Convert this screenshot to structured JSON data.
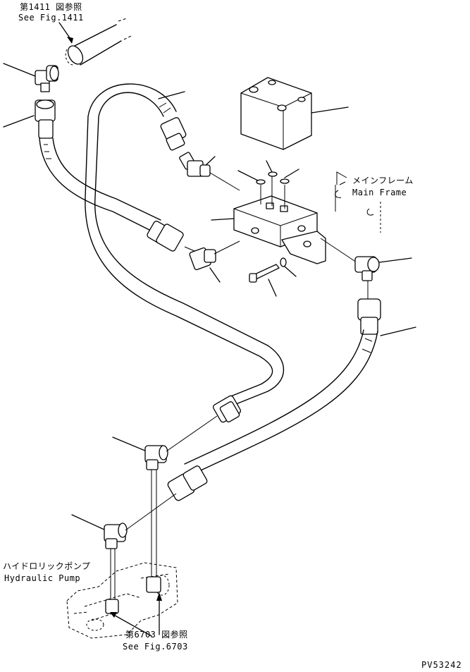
{
  "labels": {
    "ref1411_jp": "第1411 図参照",
    "ref1411_en": "See Fig.1411",
    "main_frame_jp": "メインフレーム",
    "main_frame_en": "Main Frame",
    "pump_jp": "ハイドロリックポンプ",
    "pump_en": "Hydraulic Pump",
    "ref6703_jp": "第6703 図参照",
    "ref6703_en": "See Fig.6703",
    "drawing_code": "PV53242"
  },
  "colors": {
    "ink": "#000000",
    "paper": "#ffffff"
  }
}
